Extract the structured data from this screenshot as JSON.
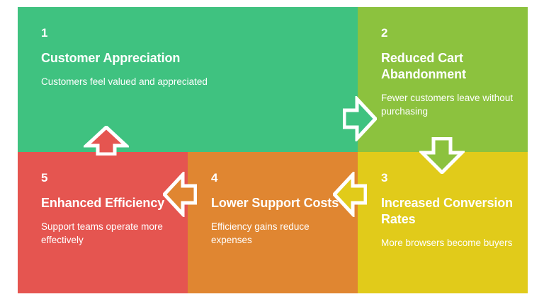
{
  "diagram": {
    "type": "cycle-flow",
    "background": "#ffffff",
    "cells": [
      {
        "number": "1",
        "title": "Customer Appreciation",
        "description": "Customers feel valued and appreciated",
        "color": "#3fc280"
      },
      {
        "number": "2",
        "title": "Reduced Cart Abandonment",
        "description": "Fewer customers leave without purchasing",
        "color": "#8cc23e"
      },
      {
        "number": "3",
        "title": "Increased Conversion Rates",
        "description": "More browsers become buyers",
        "color": "#e1cb1a"
      },
      {
        "number": "4",
        "title": "Lower Support Costs",
        "description": "Efficiency gains reduce expenses",
        "color": "#e08631"
      },
      {
        "number": "5",
        "title": "Enhanced Efficiency",
        "description": "Support teams operate more effectively",
        "color": "#e55550"
      }
    ],
    "connectors": [
      {
        "name": "arrow-1-to-2",
        "from": "1",
        "to": "2",
        "direction": "right",
        "fill": "#3fc280",
        "outline": "#ffffff"
      },
      {
        "name": "arrow-2-to-3",
        "from": "2",
        "to": "3",
        "direction": "down",
        "fill": "#8cc23e",
        "outline": "#ffffff"
      },
      {
        "name": "arrow-3-to-4",
        "from": "3",
        "to": "4",
        "direction": "left",
        "fill": "#e1cb1a",
        "outline": "#ffffff"
      },
      {
        "name": "arrow-4-to-5",
        "from": "4",
        "to": "5",
        "direction": "left",
        "fill": "#e08631",
        "outline": "#ffffff"
      },
      {
        "name": "arrow-5-to-1",
        "from": "5",
        "to": "1",
        "direction": "up",
        "fill": "#e55550",
        "outline": "#ffffff"
      }
    ]
  }
}
